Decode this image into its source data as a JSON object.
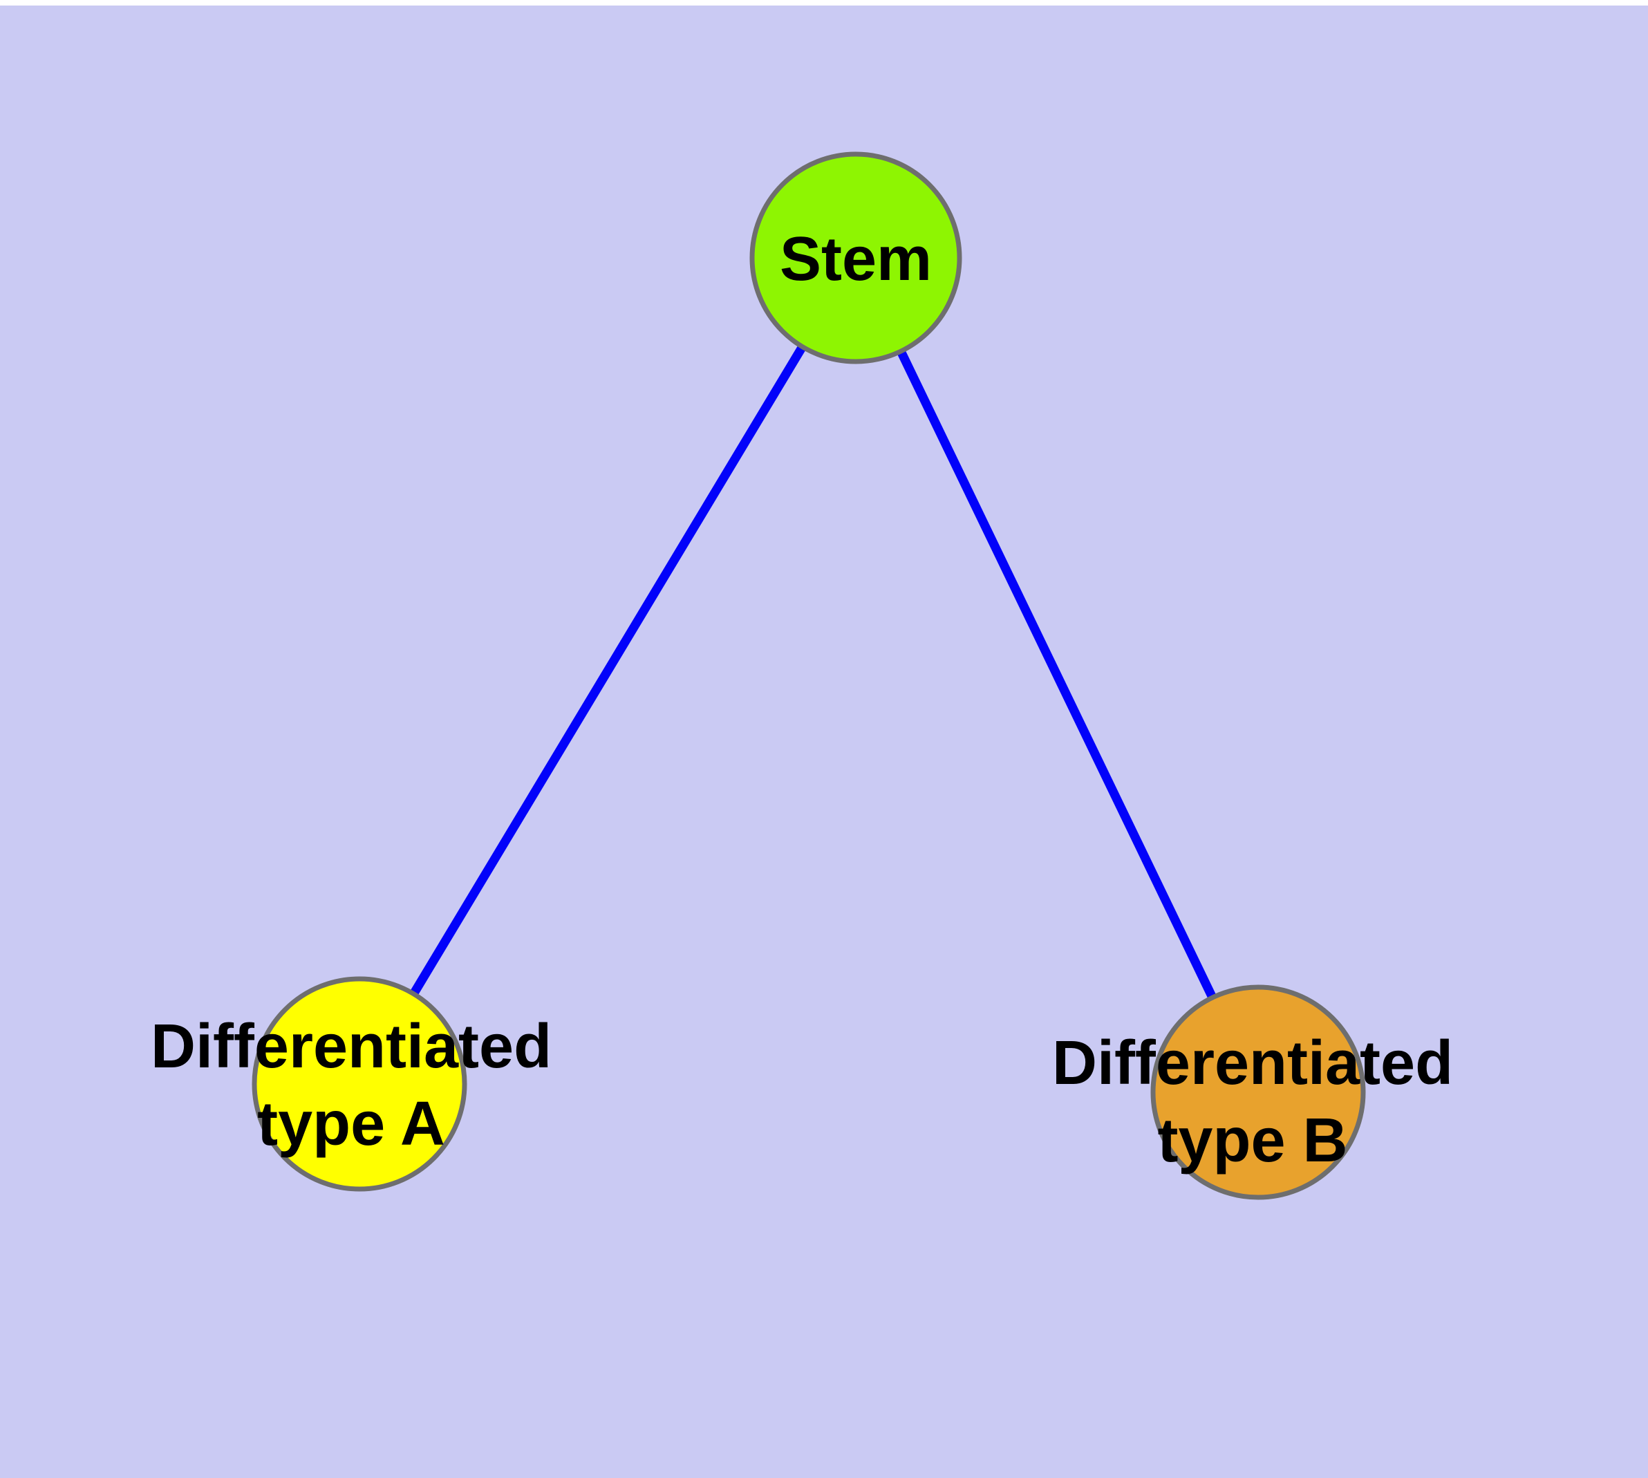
{
  "diagram": {
    "type": "node-link graph (cell differentiation hierarchy)",
    "colors": {
      "background": "#cacaf3",
      "top_strip": "#ffffff",
      "edge": "#0202fa",
      "node_border": "#6e6e6e",
      "label_text": "#000000",
      "stem_fill": "#8ef502",
      "type_a_fill": "#ffff00",
      "type_b_fill": "#e8a22d"
    },
    "nodes": {
      "stem": {
        "label": "Stem",
        "fill": "#8ef502"
      },
      "type_a": {
        "label_line1": "Differentiated",
        "label_line2": "type A",
        "fill": "#ffff00"
      },
      "type_b": {
        "label_line1": "Differentiated",
        "label_line2": "type B",
        "fill": "#e8a22d"
      }
    },
    "edges": [
      {
        "from": "Stem",
        "to": "Differentiated type A"
      },
      {
        "from": "Stem",
        "to": "Differentiated type B"
      }
    ]
  }
}
